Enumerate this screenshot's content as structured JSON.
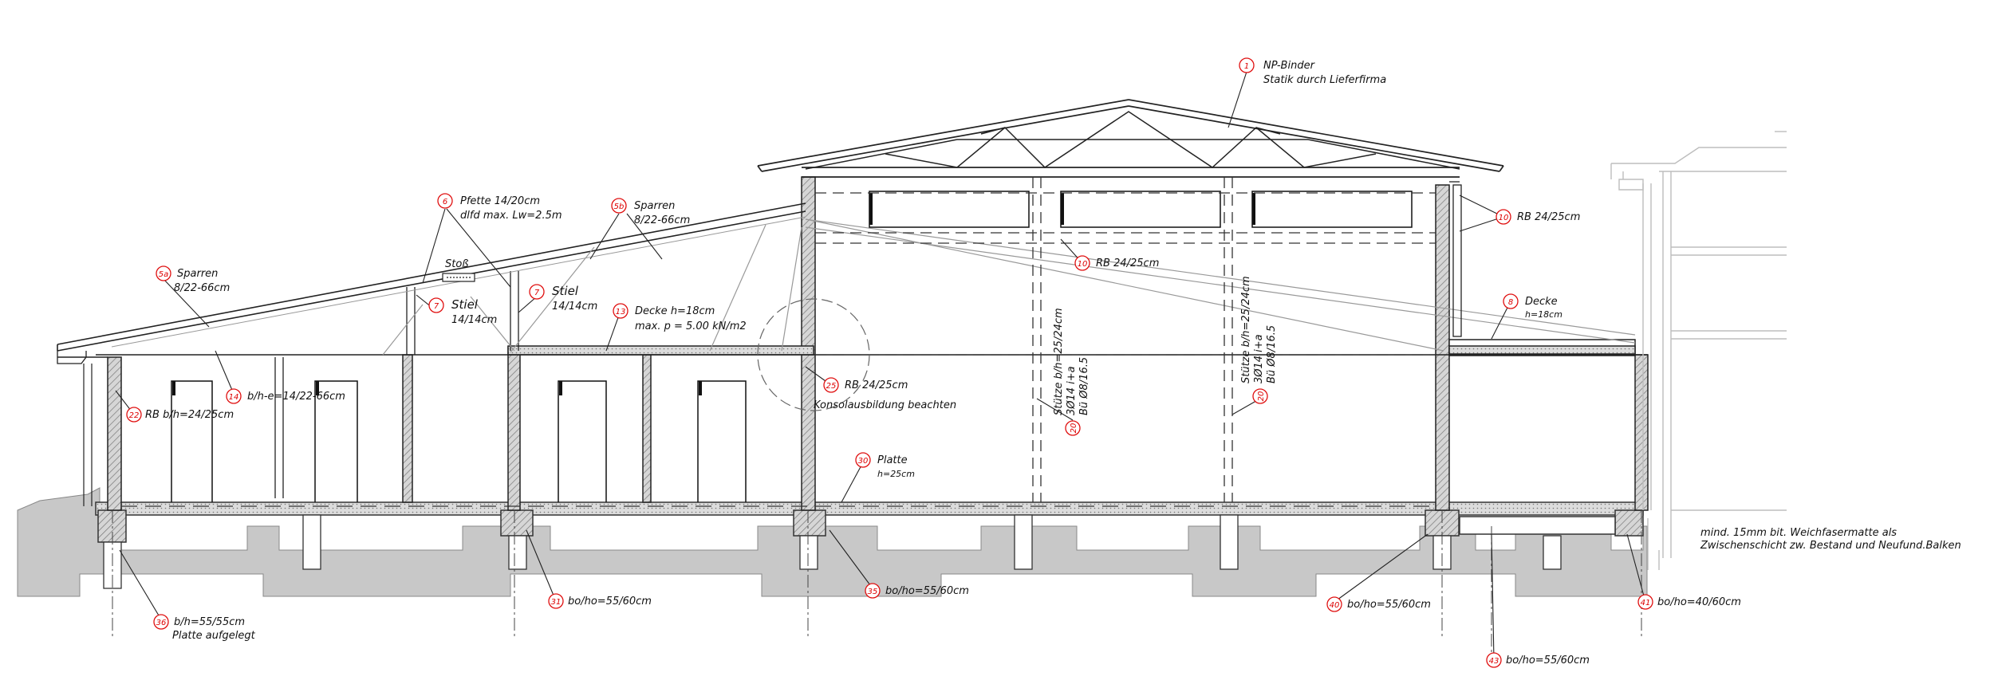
{
  "colors": {
    "ink": "#111111",
    "callout": "#e01010",
    "hatch": "#8a8a8a",
    "ground": "#c8c8c8",
    "existing": "#bdbdbd"
  },
  "callouts": [
    {
      "id": "c1",
      "num": "1",
      "lines": [
        "NP-Binder",
        "Statik durch Lieferfirma"
      ]
    },
    {
      "id": "c6",
      "num": "6",
      "lines": [
        "Pfette 14/20cm",
        "dlfd max. Lw=2.5m"
      ]
    },
    {
      "id": "c5b",
      "num": "5b",
      "lines": [
        "Sparren",
        "8/22-66cm"
      ]
    },
    {
      "id": "c5a",
      "num": "5a",
      "lines": [
        "Sparren",
        "8/22-66cm"
      ]
    },
    {
      "id": "c7a",
      "num": "7",
      "lines": [
        "Stiel",
        "14/14cm"
      ]
    },
    {
      "id": "c7b",
      "num": "7",
      "lines": [
        "Stiel",
        "14/14cm"
      ]
    },
    {
      "id": "c13",
      "num": "13",
      "lines": [
        "Decke h=18cm",
        "max. p = 5.00 kN/m2"
      ]
    },
    {
      "id": "c10a",
      "num": "10",
      "lines": [
        "RB 24/25cm"
      ]
    },
    {
      "id": "c10b",
      "num": "10",
      "lines": [
        "RB 24/25cm"
      ]
    },
    {
      "id": "c8",
      "num": "8",
      "lines": [
        "Decke",
        "h=18cm"
      ]
    },
    {
      "id": "c14",
      "num": "14",
      "lines": [
        "b/h-e=14/22-66cm"
      ]
    },
    {
      "id": "c22",
      "num": "22",
      "lines": [
        "RB b/h=24/25cm"
      ]
    },
    {
      "id": "c25",
      "num": "25",
      "lines": [
        "RB 24/25cm",
        "Konsolausbildung beachten"
      ]
    },
    {
      "id": "c30",
      "num": "30",
      "lines": [
        "Platte",
        "h=25cm"
      ]
    },
    {
      "id": "c36",
      "num": "36",
      "lines": [
        "b/h=55/55cm",
        "Platte aufgelegt"
      ]
    },
    {
      "id": "c31",
      "num": "31",
      "lines": [
        "bo/ho=55/60cm"
      ]
    },
    {
      "id": "c35",
      "num": "35",
      "lines": [
        "bo/ho=55/60cm"
      ]
    },
    {
      "id": "c40",
      "num": "40",
      "lines": [
        "bo/ho=55/60cm"
      ]
    },
    {
      "id": "c41",
      "num": "41",
      "lines": [
        "bo/ho=40/60cm"
      ]
    },
    {
      "id": "c43",
      "num": "43",
      "lines": [
        "bo/ho=55/60cm"
      ]
    }
  ],
  "columns": [
    {
      "id": "col1",
      "num": "20",
      "lines": [
        "Stütze b/h=25/24cm",
        "3Ø14 i+a",
        "Bü Ø8/16.5"
      ]
    },
    {
      "id": "col2",
      "num": "20",
      "lines": [
        "Stütze b/h=25/24cm",
        "3Ø14 i+a",
        "Bü Ø8/16.5"
      ]
    }
  ],
  "stoss_label": "Stoß",
  "note": [
    "mind. 15mm bit. Weichfasermatte als",
    "Zwischenschicht zw. Bestand und Neufund.Balken"
  ]
}
